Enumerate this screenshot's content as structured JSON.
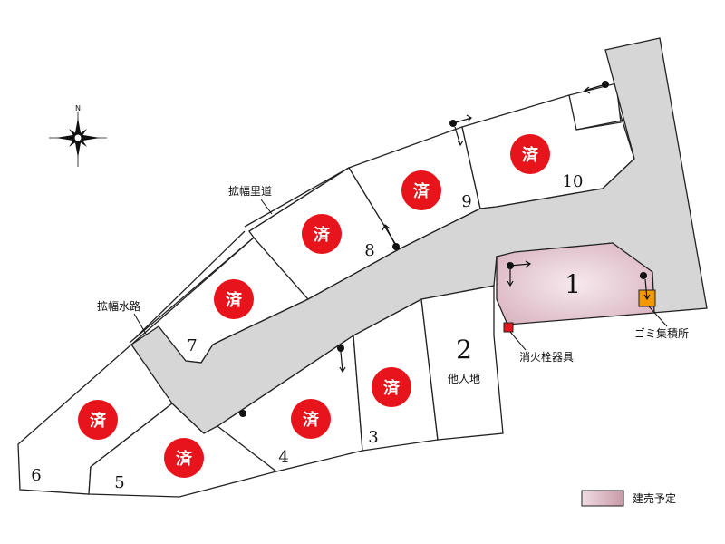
{
  "sold_mark": "済",
  "lots": [
    {
      "id": "1",
      "label": "1",
      "status": "planned"
    },
    {
      "id": "2",
      "label": "2",
      "sublabel": "他人地"
    },
    {
      "id": "3",
      "label": "3",
      "status": "sold"
    },
    {
      "id": "4",
      "label": "4",
      "status": "sold"
    },
    {
      "id": "5",
      "label": "5",
      "status": "sold"
    },
    {
      "id": "6",
      "label": "6",
      "status": "sold"
    },
    {
      "id": "7",
      "label": "7",
      "status": "sold"
    },
    {
      "id": "8",
      "label": "8",
      "status": "sold"
    },
    {
      "id": "9",
      "label": "9",
      "status": "sold"
    },
    {
      "id": "10",
      "label": "10",
      "status": "sold"
    }
  ],
  "annotations": {
    "widened_lane": "拡幅里道",
    "widened_waterway": "拡幅水路",
    "fire_hydrant": "消火栓器具",
    "garbage_station": "ゴミ集積所"
  },
  "compass": {
    "north_label": "N"
  },
  "legend": {
    "label": "建売予定",
    "swatch_color": "#dcb8c2"
  },
  "colors": {
    "sold_mark": "#e8141b",
    "road": "#d6d6d6",
    "planned_lot": "#e9cfd6",
    "garbage_station": "#f39800",
    "fire_hydrant": "#e8141b"
  }
}
